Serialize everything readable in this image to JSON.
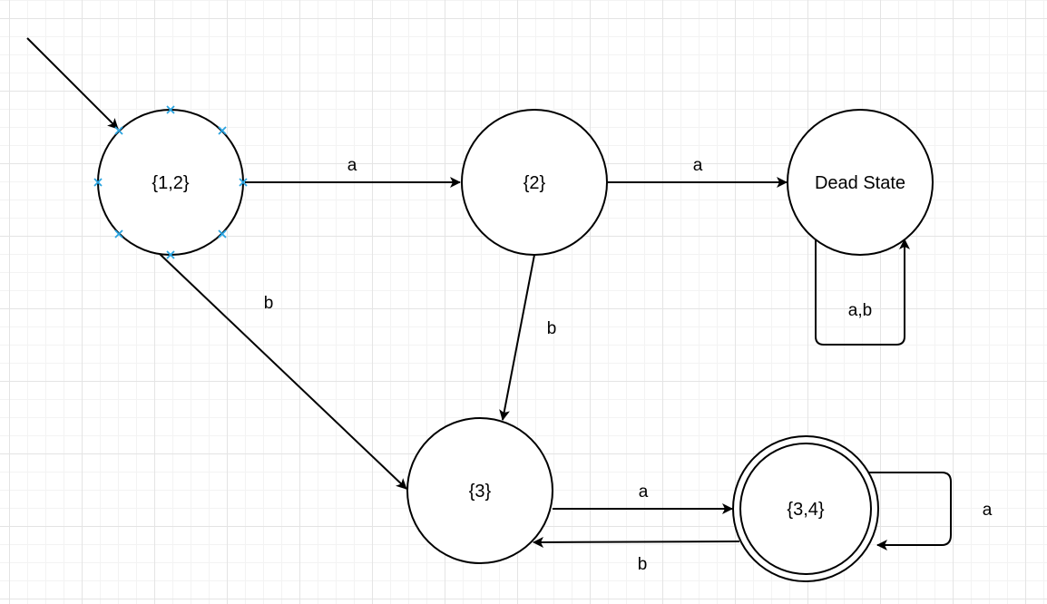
{
  "diagram": {
    "states": [
      {
        "id": "s12",
        "label": "{1,2}"
      },
      {
        "id": "s2",
        "label": "{2}"
      },
      {
        "id": "dead",
        "label": "Dead State"
      },
      {
        "id": "s3",
        "label": "{3}"
      },
      {
        "id": "s34",
        "label": "{3,4}"
      }
    ],
    "transitions": [
      {
        "from": "{1,2}",
        "to": "{2}",
        "label": "a"
      },
      {
        "from": "{2}",
        "to": "Dead State",
        "label": "a"
      },
      {
        "from": "{1,2}",
        "to": "{3}",
        "label": "b"
      },
      {
        "from": "{2}",
        "to": "{3}",
        "label": "b"
      },
      {
        "from": "Dead State",
        "to": "Dead State",
        "label": "a,b"
      },
      {
        "from": "{3}",
        "to": "{3,4}",
        "label": "a"
      },
      {
        "from": "{3,4}",
        "to": "{3}",
        "label": "b"
      },
      {
        "from": "{3,4}",
        "to": "{3,4}",
        "label": "a"
      }
    ]
  }
}
